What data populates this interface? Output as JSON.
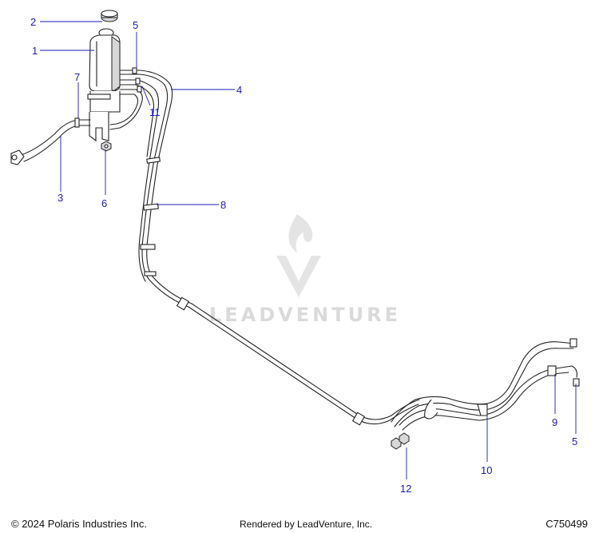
{
  "callouts": {
    "c1": "1",
    "c2": "2",
    "c3": "3",
    "c4": "4",
    "c5a": "5",
    "c5b": "5",
    "c6": "6",
    "c7": "7",
    "c8": "8",
    "c9": "9",
    "c10": "10",
    "c11": "11",
    "c12": "12"
  },
  "watermark": {
    "text": "LEADVENTURE"
  },
  "footer": {
    "copyright": "© 2024 Polaris Industries Inc.",
    "rendered_by": "Rendered by LeadVenture, Inc.",
    "drawing_id": "C750499"
  },
  "colors": {
    "callout": "#1a1ab5",
    "line": "#222222",
    "watermark": "#dadada"
  }
}
